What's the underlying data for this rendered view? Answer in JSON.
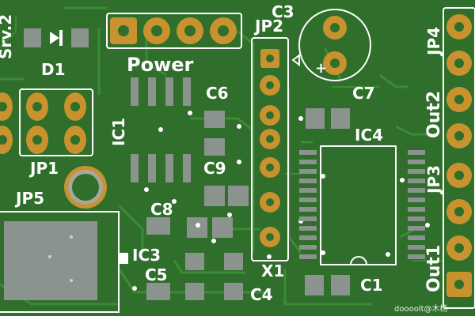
{
  "colors": {
    "board": "#2f6e2b",
    "trace": "#3b8a35",
    "copper_pour": "#2d6a2a",
    "pad_gold": "#d6a53b",
    "pad_ring": "#c8922e",
    "smd_pad": "#8b938f",
    "silk": "#ffffff"
  },
  "labels": {
    "jp2": "JP2",
    "c3": "C3",
    "jp4": "JP4",
    "d1": "D1",
    "power": "Power",
    "ic1": "IC1",
    "c6": "C6",
    "c7": "C7",
    "out2": "Out2",
    "ic4": "IC4",
    "jp1": "JP1",
    "jp5": "JP5",
    "c9": "C9",
    "jp3": "JP3",
    "c8": "C8",
    "ic3": "IC3",
    "c5": "C5",
    "x1": "X1",
    "c4": "C4",
    "c1": "C1",
    "out1": "Out1",
    "srv2": "Srv.2",
    "plus": "+"
  },
  "watermark": "doooolt@木杨"
}
